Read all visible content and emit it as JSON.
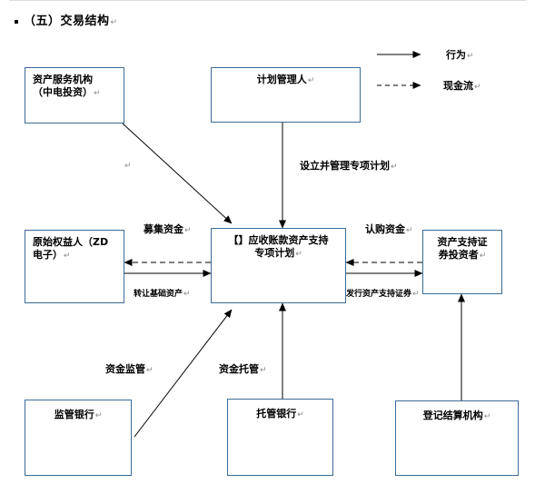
{
  "heading": "（五）交易结构",
  "legend": {
    "behavior": "行为",
    "cash_flow": "现金流"
  },
  "nodes": {
    "asset_service": {
      "line1": "资产服务机构",
      "line2": "（中电投资）"
    },
    "plan_manager": {
      "line1": "计划管理人"
    },
    "original_owner": {
      "line1": "原始权益人（ZD",
      "line2": "电子）"
    },
    "special_plan": {
      "line1": "【】应收账款资产支持",
      "line2": "专项计划"
    },
    "investors": {
      "line1": "资产支持证",
      "line2": "券投资者"
    },
    "supervisor_bank": {
      "line1": "监管银行"
    },
    "custodian_bank": {
      "line1": "托管银行"
    },
    "registrar": {
      "line1": "登记结算机构"
    }
  },
  "edges": {
    "establish_manage": "设立并管理专项计划",
    "raise_funds": "募集资金",
    "subscribe_funds": "认购资金",
    "transfer_assets": "转让基础资产",
    "issue_securities": "发行资产支持证券",
    "fund_supervision": "资金监管",
    "fund_custody": "资金托管"
  },
  "colors": {
    "box_border": "#3c6a96",
    "line": "#000000"
  }
}
